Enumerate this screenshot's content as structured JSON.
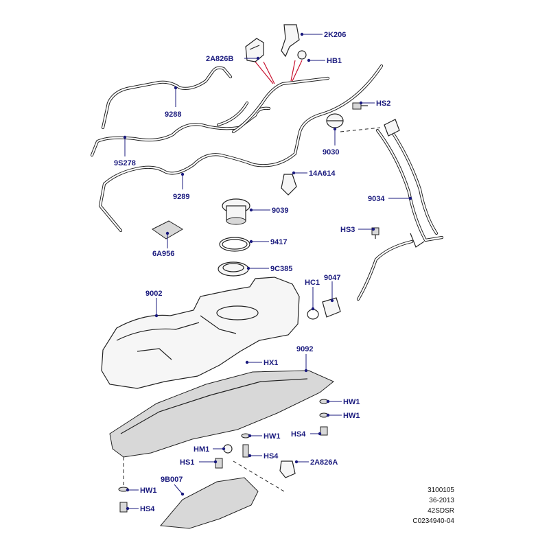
{
  "callouts": {
    "k_2k206": "2K206",
    "k_2a826b": "2A826B",
    "k_hb1": "HB1",
    "k_hs2": "HS2",
    "k_9288": "9288",
    "k_9030": "9030",
    "k_9s278": "9S278",
    "k_14a614": "14A614",
    "k_9289": "9289",
    "k_9034": "9034",
    "k_9039": "9039",
    "k_hs3": "HS3",
    "k_6a956": "6A956",
    "k_9417": "9417",
    "k_9c385": "9C385",
    "k_hc1": "HC1",
    "k_9047": "9047",
    "k_9002": "9002",
    "k_hx1": "HX1",
    "k_9092": "9092",
    "k_hw1_a": "HW1",
    "k_hw1_b": "HW1",
    "k_hs4_a": "HS4",
    "k_hw1_c": "HW1",
    "k_hm1": "HM1",
    "k_hs4_b": "HS4",
    "k_hs1": "HS1",
    "k_2a826a": "2A826A",
    "k_9b007": "9B007",
    "k_hw1_d": "HW1",
    "k_hs4_c": "HS4"
  },
  "footer": {
    "line1": "3100105",
    "line2": "36-2013",
    "line3": "42SDSR",
    "line4": "C0234940-04"
  },
  "colors": {
    "callout_text": "#1a1a7e",
    "leader": "#1a1a7e",
    "indicator_lines": "#c8102e",
    "line_art": "#222222"
  }
}
